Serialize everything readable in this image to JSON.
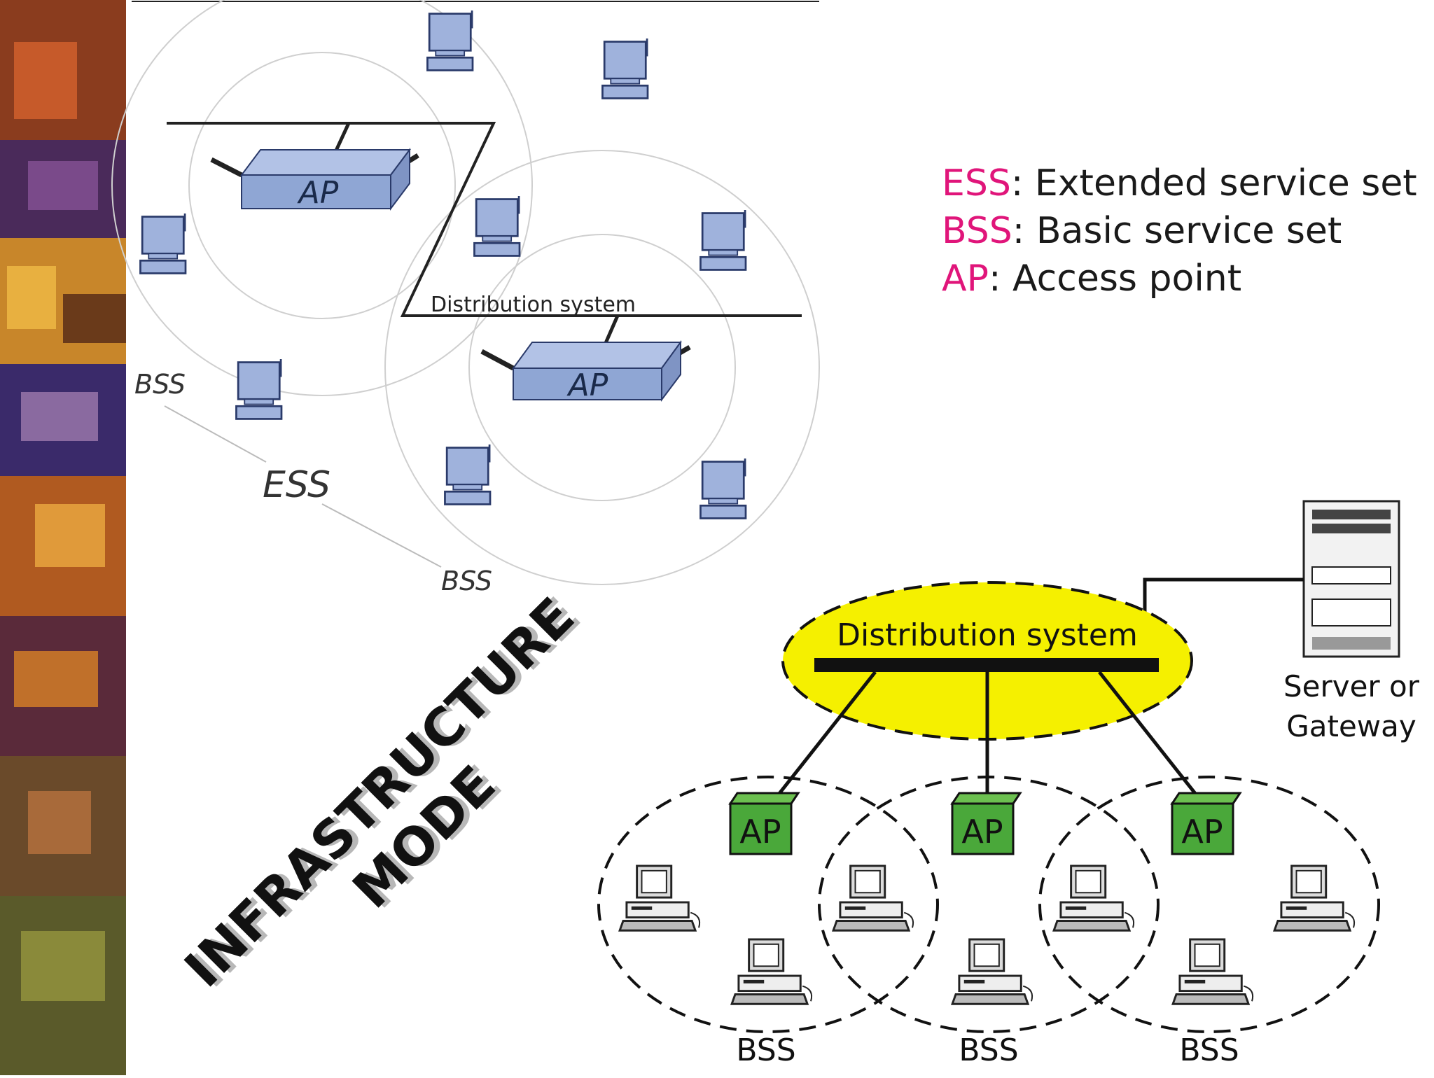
{
  "legend": [
    {
      "abbr": "ESS",
      "text": ": Extended service set"
    },
    {
      "abbr": "BSS",
      "text": ": Basic service set"
    },
    {
      "abbr": "AP",
      "text": ": Access point"
    }
  ],
  "top_diagram": {
    "ap_label": "AP",
    "distribution_label": "Distribution system",
    "bss_label": "BSS",
    "ess_label": "ESS"
  },
  "bottom_diagram": {
    "distribution_label": "Distribution system",
    "ap_label": "AP",
    "bss_label": "BSS",
    "server_label_line1": "Server or",
    "server_label_line2": "Gateway"
  },
  "title": {
    "line1": "INFRASTRUCTURE",
    "line2": "MODE"
  },
  "colors": {
    "legend_abbr": "#e0157a",
    "ap_top_fill": "#8fa6d4",
    "ap_bottom_fill": "#4aa83a",
    "distribution_ellipse": "#f5f000"
  }
}
